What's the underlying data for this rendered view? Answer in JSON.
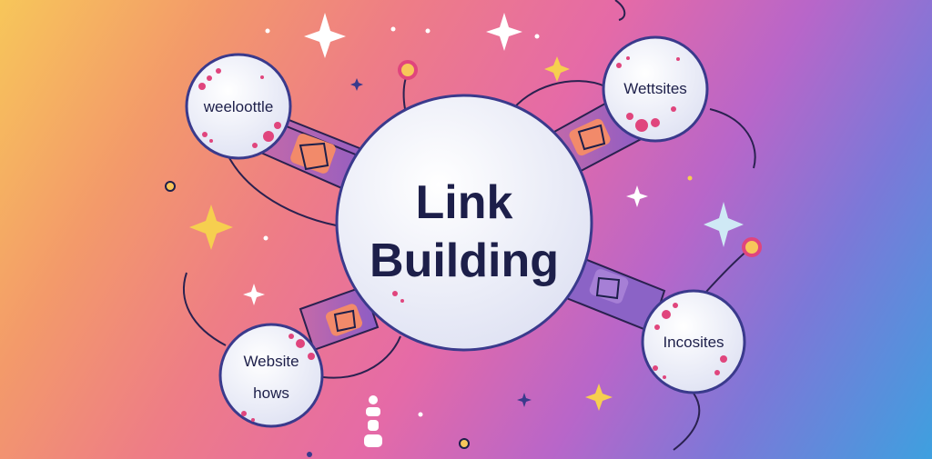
{
  "hub": {
    "line1": "Link",
    "line2": "Building"
  },
  "nodes": {
    "top_left": "weeloottle",
    "top_right": "Wettsites",
    "bottom_left_line1": "Website",
    "bottom_left_line2": "hows",
    "bottom_right": "Incosites"
  },
  "colors": {
    "background_start": "#f7c65a",
    "background_end": "#3ea0df",
    "bubble_fill": "#eceef8",
    "bubble_stroke": "#3a3a8c",
    "text": "#1d1f4a",
    "splatter": "#e0457d",
    "sparkle_white": "#ffffff",
    "sparkle_gold": "#f6cf4f"
  },
  "icons": {
    "connector_icon": "link-tag-icon",
    "sparkle": "sparkle-icon"
  }
}
